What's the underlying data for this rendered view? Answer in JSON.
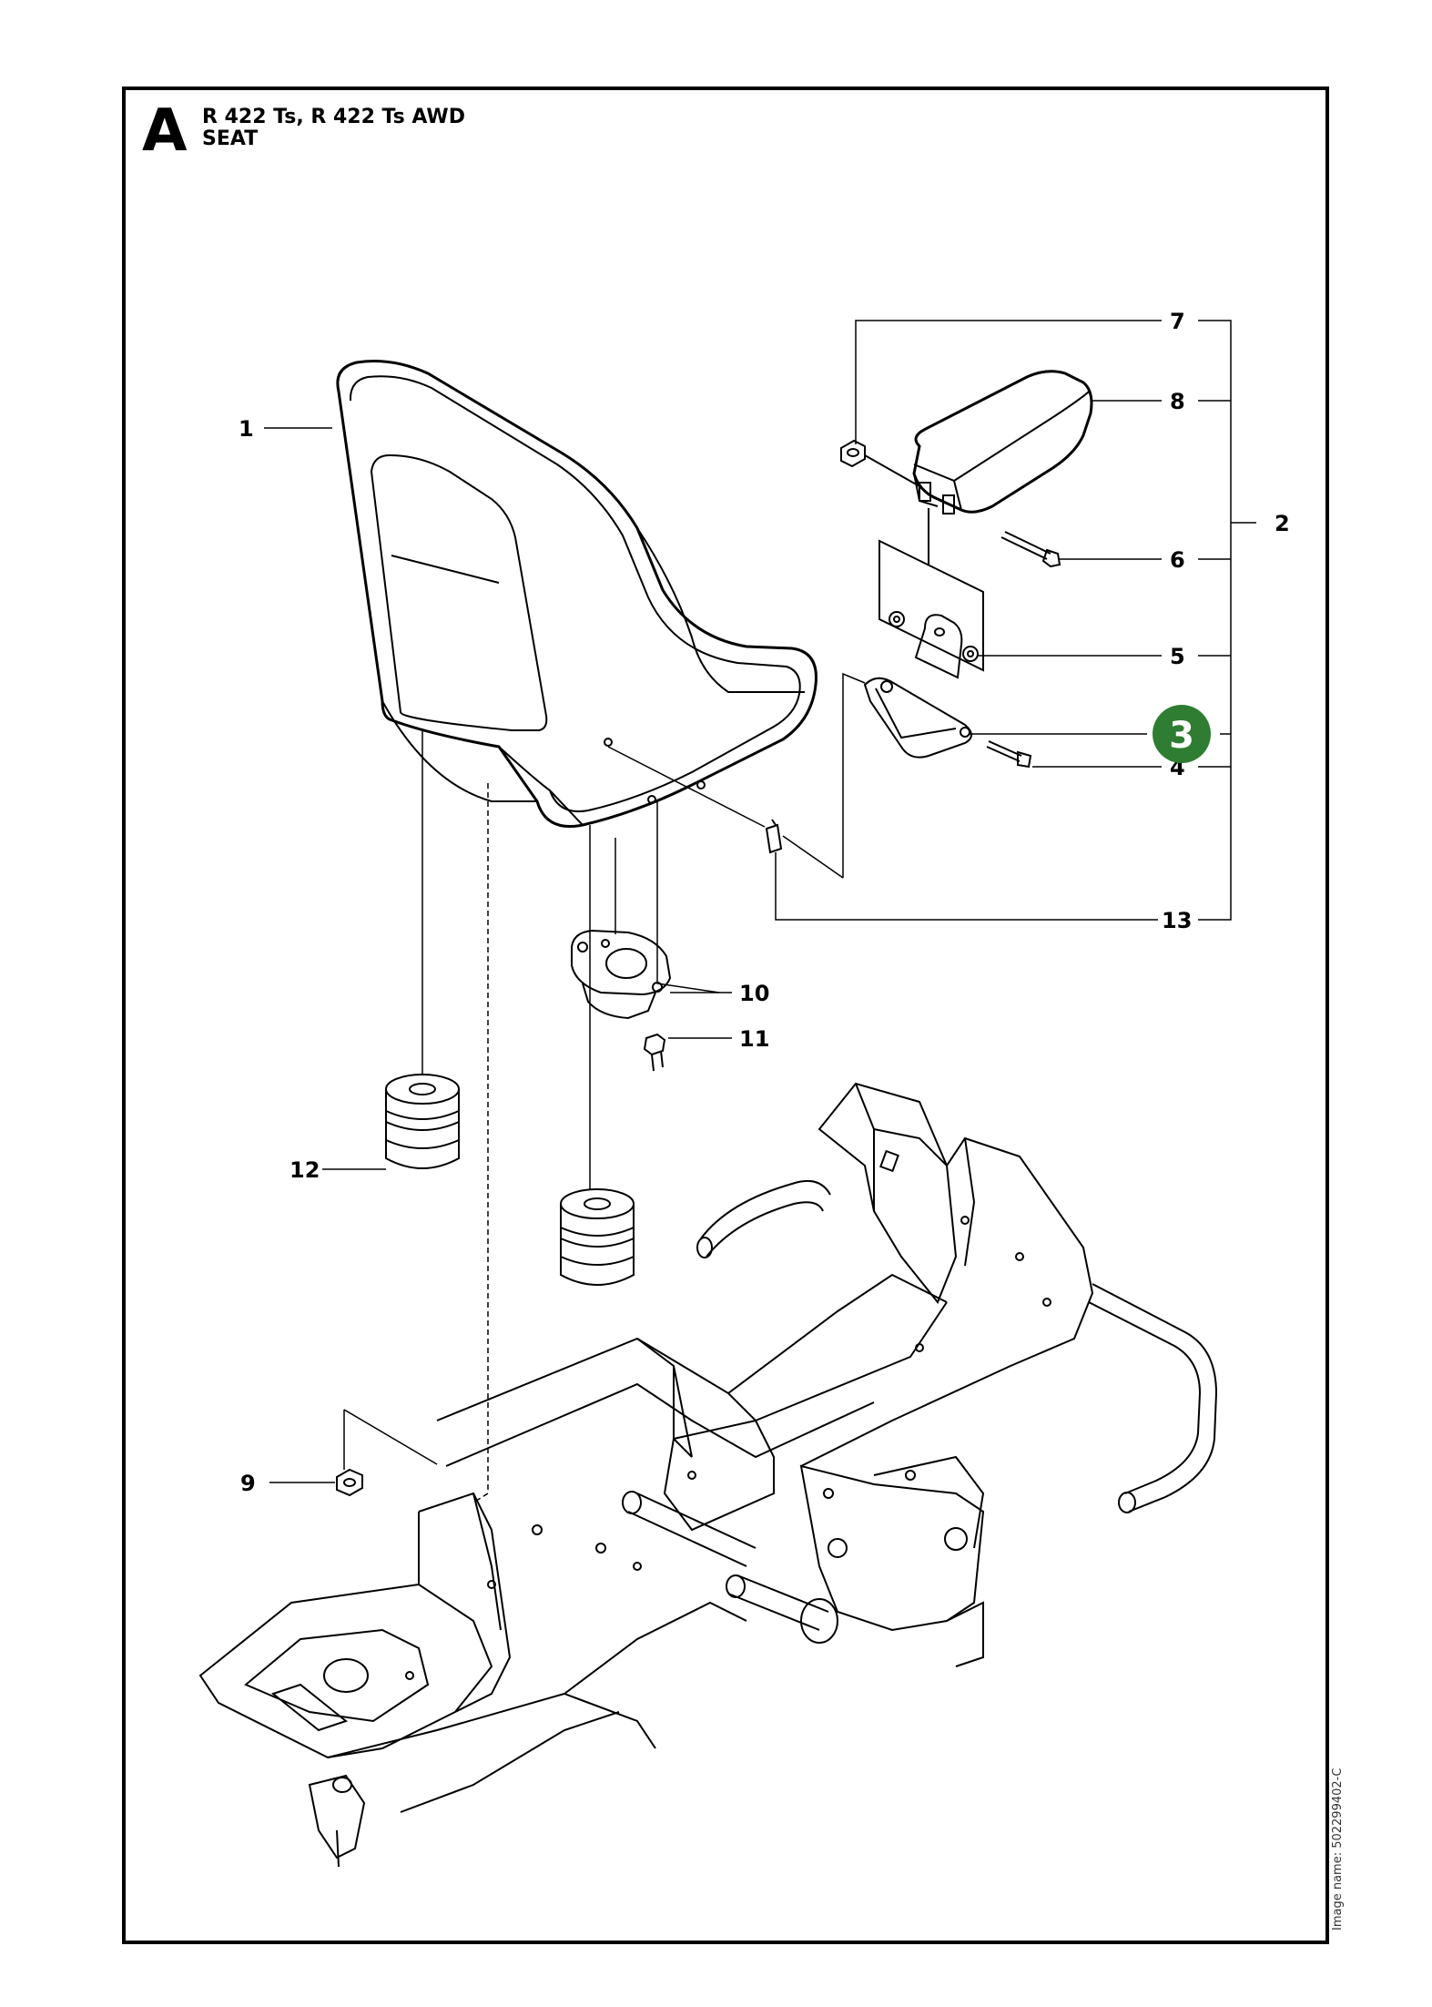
{
  "header": {
    "section": "A",
    "model": "R 422 Ts, R 422 Ts AWD",
    "assembly": "SEAT"
  },
  "callouts": {
    "p1": "1",
    "p2": "2",
    "p3": "3",
    "p4": "4",
    "p5": "5",
    "p6": "6",
    "p7": "7",
    "p8": "8",
    "p9": "9",
    "p10": "10",
    "p11": "11",
    "p12": "12",
    "p13": "13"
  },
  "highlight": {
    "label": "3",
    "color": "#2e7d32"
  },
  "footer": {
    "image_name": "Image name: 502299402-C"
  }
}
